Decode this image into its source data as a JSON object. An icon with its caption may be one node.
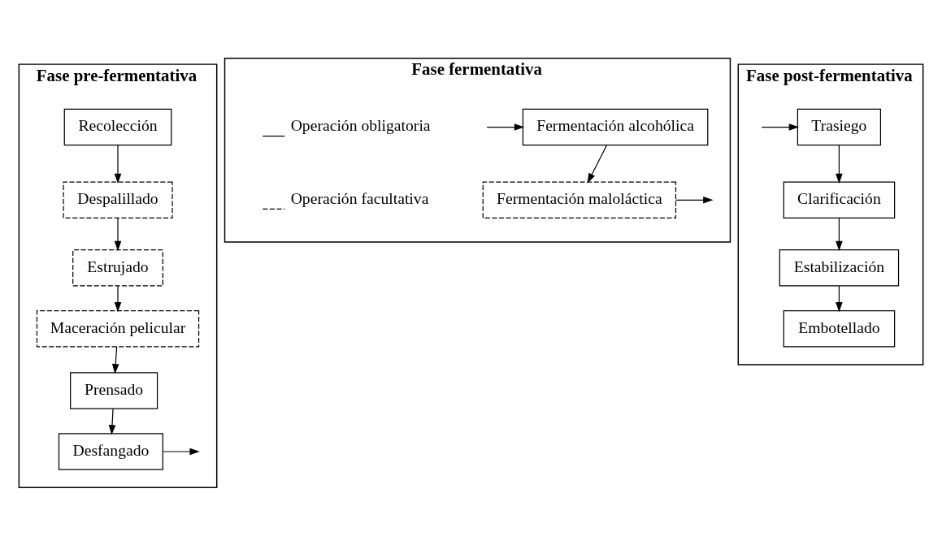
{
  "diagram": {
    "nodes": [
      {
        "text": [
          "Fase pre-fermentativa"
        ]
      },
      {
        "text": [
          "Recolección"
        ],
        "in": 0
      },
      {
        "text": [
          "Despalillado"
        ],
        "in": 0
      },
      {
        "text": [
          "Estrujado"
        ],
        "in": 0
      },
      {
        "text": [
          "Maceración pelicular"
        ],
        "in": 0
      },
      {
        "text": [
          "Prensado"
        ],
        "in": 0
      },
      {
        "text": [
          "Desfangado"
        ],
        "in": 0
      },
      {
        "text": [
          "Fase fermentativa"
        ]
      },
      {
        "text": [
          "Fermentación alcohólica"
        ],
        "in": 7
      },
      {
        "text": [
          "Fermentación maloláctica"
        ],
        "in": 7
      },
      {
        "text": [
          "Fase post-fermentativa"
        ]
      },
      {
        "text": [
          "Trasiego"
        ],
        "in": 10
      },
      {
        "text": [
          "Clarificación"
        ],
        "in": 10
      },
      {
        "text": [
          "Estabilización"
        ],
        "in": 10
      },
      {
        "text": [
          "Embotellado"
        ],
        "in": 10
      }
    ],
    "edges": [
      {
        "from": 1,
        "to": 2,
        "arrow": "to"
      },
      {
        "from": 2,
        "to": 3,
        "arrow": "to"
      },
      {
        "from": 3,
        "to": 4,
        "arrow": "to"
      },
      {
        "from": 4,
        "to": 5,
        "arrow": "to"
      },
      {
        "from": 5,
        "to": 6,
        "arrow": "to"
      },
      {
        "from": 6,
        "to": null,
        "arrow": "to"
      },
      {
        "from": null,
        "to": 8,
        "arrow": "to"
      },
      {
        "from": 8,
        "to": 9,
        "arrow": "to"
      },
      {
        "from": 9,
        "to": null,
        "arrow": "to"
      },
      {
        "from": null,
        "to": 11,
        "arrow": "to"
      },
      {
        "from": 11,
        "to": 12,
        "arrow": "to"
      },
      {
        "from": 12,
        "to": 13,
        "arrow": "to"
      },
      {
        "from": 13,
        "to": 14,
        "arrow": "to"
      }
    ],
    "legend": [
      {
        "text": "Operación obligatoria"
      },
      {
        "text": "Operación facultativa"
      }
    ]
  }
}
